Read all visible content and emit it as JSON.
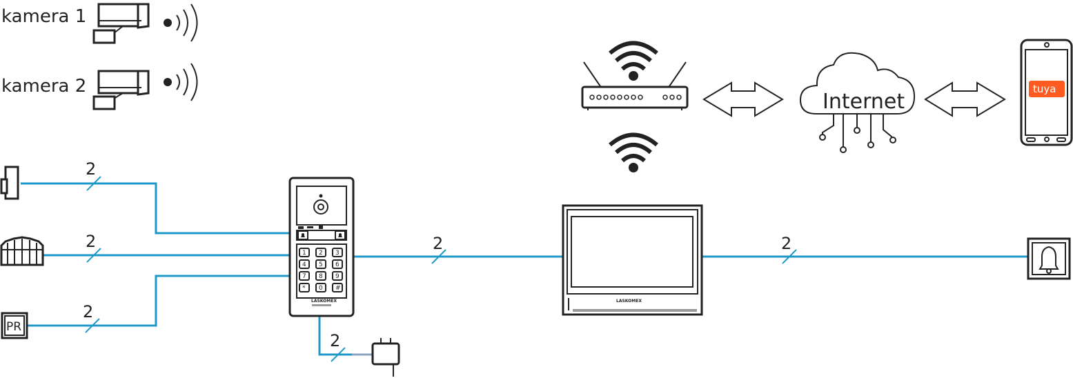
{
  "cameras": [
    {
      "label": "kamera 1"
    },
    {
      "label": "kamera 2"
    }
  ],
  "internet": {
    "label": "Internet"
  },
  "app": {
    "label": "tuya",
    "color": "#ff5a1f"
  },
  "peripherals": {
    "pr_label": "PR"
  },
  "panel": {
    "keys": [
      "1",
      "2",
      "3",
      "4",
      "5",
      "6",
      "7",
      "8",
      "9",
      "*",
      "0",
      "#"
    ],
    "brand": "LASKOMEX"
  },
  "monitor": {
    "brand": "LASKOMEX"
  },
  "wires": {
    "lock": "2",
    "gate": "2",
    "pr": "2",
    "monitor_link": "2",
    "bell_link": "2",
    "power": "2"
  },
  "colors": {
    "wire": "#1e98c8",
    "outline": "#222222"
  }
}
